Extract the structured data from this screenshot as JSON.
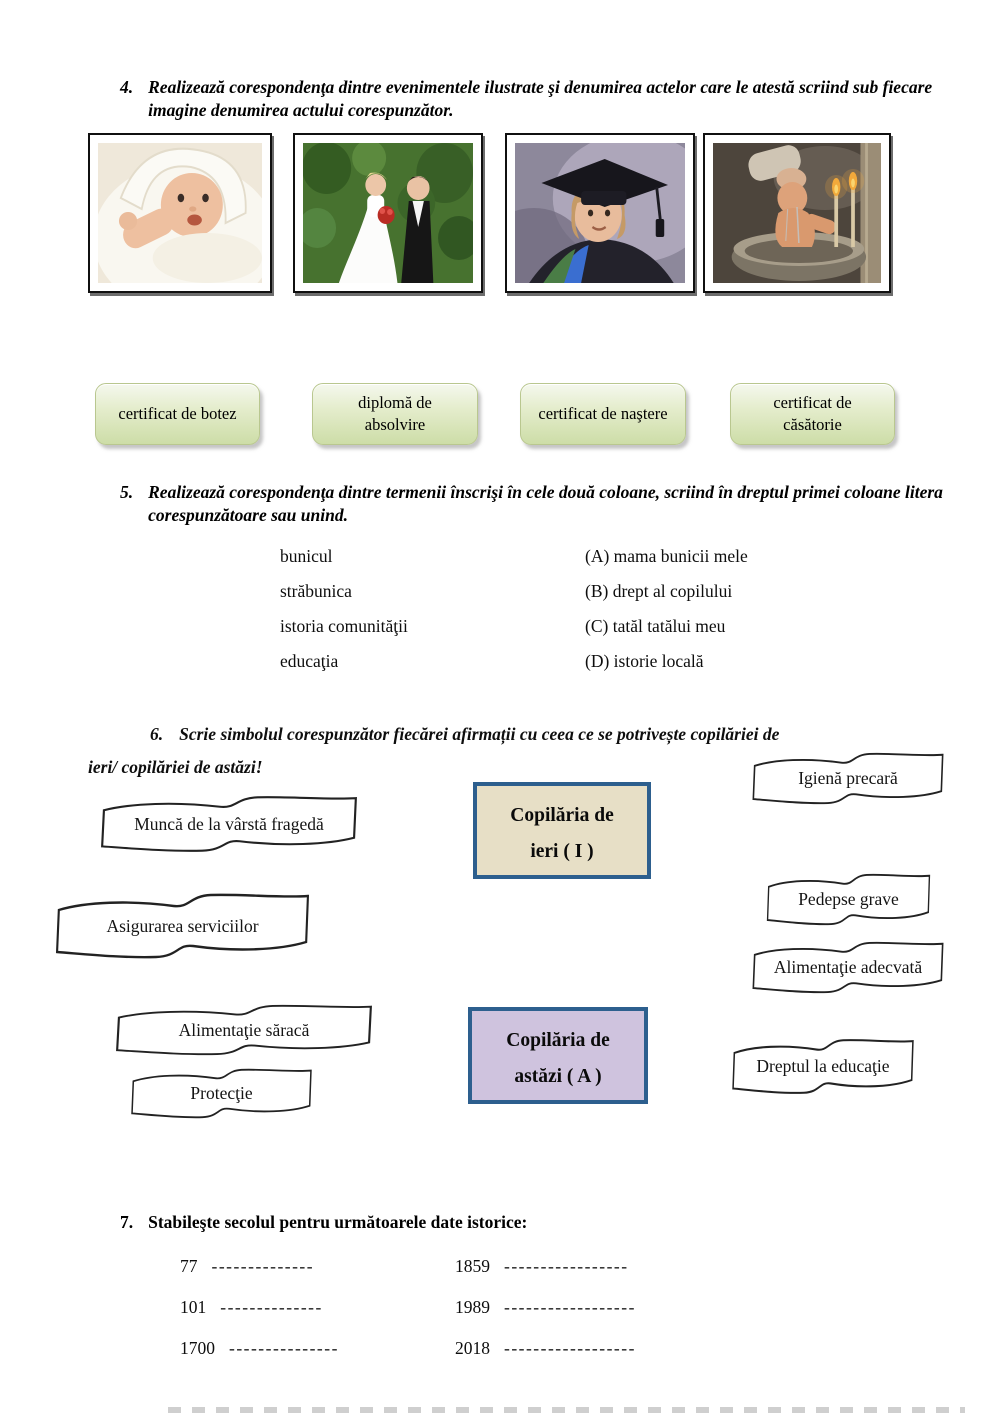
{
  "questions": {
    "q4": {
      "number": "4.",
      "text": "Realizează corespondenţa dintre evenimentele ilustrate şi denumirea actelor care le atestă scriind sub fiecare imagine denumirea actului corespunzător."
    },
    "q5": {
      "number": "5.",
      "text": "Realizează corespondenţa dintre termenii înscrişi în cele două coloane, scriind în dreptul primei coloane litera corespunzătoare sau unind."
    },
    "q6": {
      "number": "6.",
      "line1": "Scrie simbolul corespunzător fiecărei afirmații cu ceea ce se potrivește copilăriei de",
      "line2": "ieri/ copilăriei de astăzi!"
    },
    "q7": {
      "number": "7.",
      "text": "Stabileşte secolul pentru următoarele date istorice:"
    }
  },
  "photos": [
    "baby-photo",
    "wedding-photo",
    "graduation-photo",
    "baptism-photo"
  ],
  "certificates": [
    "certificat de botez",
    "diplomă de absolvire",
    "certificat de naştere",
    "certificat de căsătorie"
  ],
  "matching": {
    "left": [
      "bunicul",
      "străbunica",
      "istoria comunităţii",
      "educaţia"
    ],
    "right": [
      "(A) mama bunicii mele",
      "(B) drept al copilului",
      "(C) tatăl tatălui meu",
      "(D) istorie locală"
    ]
  },
  "sorting": {
    "left_banners": [
      "Muncă de la vârstă fragedă",
      "Asigurarea serviciilor",
      "Alimentaţie săracă",
      "Protecţie"
    ],
    "right_banners": [
      "Igienă precară",
      "Pedepse grave",
      "Alimentaţie adecvată",
      "Dreptul la educaţie"
    ],
    "box_ieri": {
      "line1": "Copilăria de",
      "line2": "ieri ( I )"
    },
    "box_astazi": {
      "line1": "Copilăria de",
      "line2": "astăzi ( A )"
    }
  },
  "dates": {
    "left": [
      {
        "value": "77",
        "dashes": "--------------"
      },
      {
        "value": "101",
        "dashes": "--------------"
      },
      {
        "value": "1700",
        "dashes": "---------------"
      }
    ],
    "right": [
      {
        "value": "1859",
        "dashes": "-----------------"
      },
      {
        "value": "1989",
        "dashes": "------------------"
      },
      {
        "value": "2018",
        "dashes": "------------------"
      }
    ]
  },
  "colors": {
    "button_green_top": "#f5f8ee",
    "button_green_bottom": "#cddda7",
    "box_border_blue": "#2d5f8e",
    "box_ieri_fill": "#e7dfc6",
    "box_astazi_fill": "#cfc3de"
  }
}
